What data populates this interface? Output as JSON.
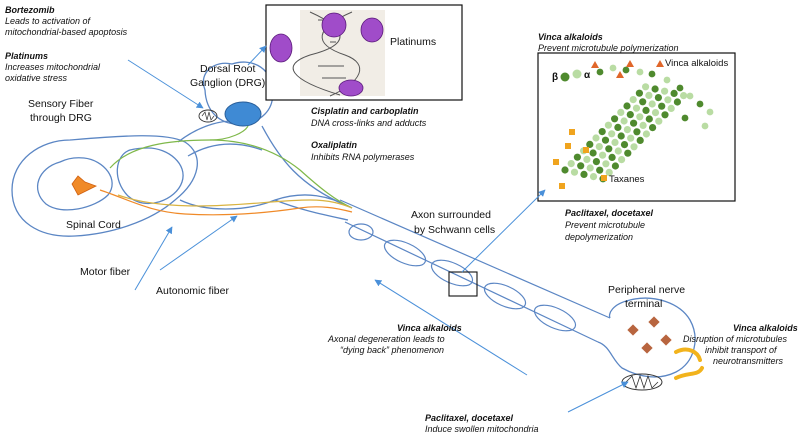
{
  "colors": {
    "outline": "#5b86c4",
    "arrow": "#4a90d9",
    "sensory_fiber": "#7fb84a",
    "motor_fiber": "#f08a28",
    "autonomic_fiber": "#d9b340",
    "microtubule_dark": "#4f8a2e",
    "microtubule_light": "#b9dca3",
    "platinum_purple": "#a04cc9",
    "nucleus_blue": "#3f8ad4",
    "vinca_marker": "#e0662a",
    "taxane_marker": "#f0a41e",
    "synapse_diamond": "#b8653f",
    "receptor_yellow": "#f2b31c"
  },
  "labels": {
    "bortezomib_title": "Bortezomib",
    "bortezomib_line1": "Leads to activation of",
    "bortezomib_line2": "mitochondrial-based apoptosis",
    "platinums_title": "Platinums",
    "platinums_line1": "Increases mitochondrial",
    "platinums_line2": "oxidative stress",
    "drg_line1": "Dorsal Root",
    "drg_line2": "Ganglion (DRG)",
    "sensory_line1": "Sensory Fiber",
    "sensory_line2": "through DRG",
    "spinal_cord": "Spinal Cord",
    "motor_fiber": "Motor fiber",
    "autonomic_fiber": "Autonomic fiber",
    "platinums_box": "Platinums",
    "cisplatin_title": "Cisplatin and carboplatin",
    "cisplatin_desc": "DNA cross-links and adducts",
    "oxaliplatin_title": "Oxaliplatin",
    "oxaliplatin_desc": "Inhibits RNA polymerases",
    "vinca_top_title": "Vinca alkaloids",
    "vinca_top_desc": "Prevent microtubule polymerization",
    "vinca_box_label": "Vinca alkaloids",
    "beta": "β",
    "alpha": "α",
    "taxanes": "Taxanes",
    "paclitaxel_mt_title": "Paclitaxel, docetaxel",
    "paclitaxel_mt_line1": "Prevent microtubule",
    "paclitaxel_mt_line2": "depolymerization",
    "axon_line1": "Axon surrounded",
    "axon_line2": "by Schwann cells",
    "terminal_line1": "Peripheral nerve",
    "terminal_line2": "terminal",
    "vinca_axon_title": "Vinca alkaloids",
    "vinca_axon_line1": "Axonal degeneration leads to",
    "vinca_axon_line2": "“dying back” phenomenon",
    "vinca_terminal_title": "Vinca alkaloids",
    "vinca_terminal_line1": "Disruption of  microtubules",
    "vinca_terminal_line2": "inhibit transport of",
    "vinca_terminal_line3": "neurotransmitters",
    "paclitaxel_mito_title": "Paclitaxel, docetaxel",
    "paclitaxel_mito_desc": "Induce swollen mitochondria"
  }
}
